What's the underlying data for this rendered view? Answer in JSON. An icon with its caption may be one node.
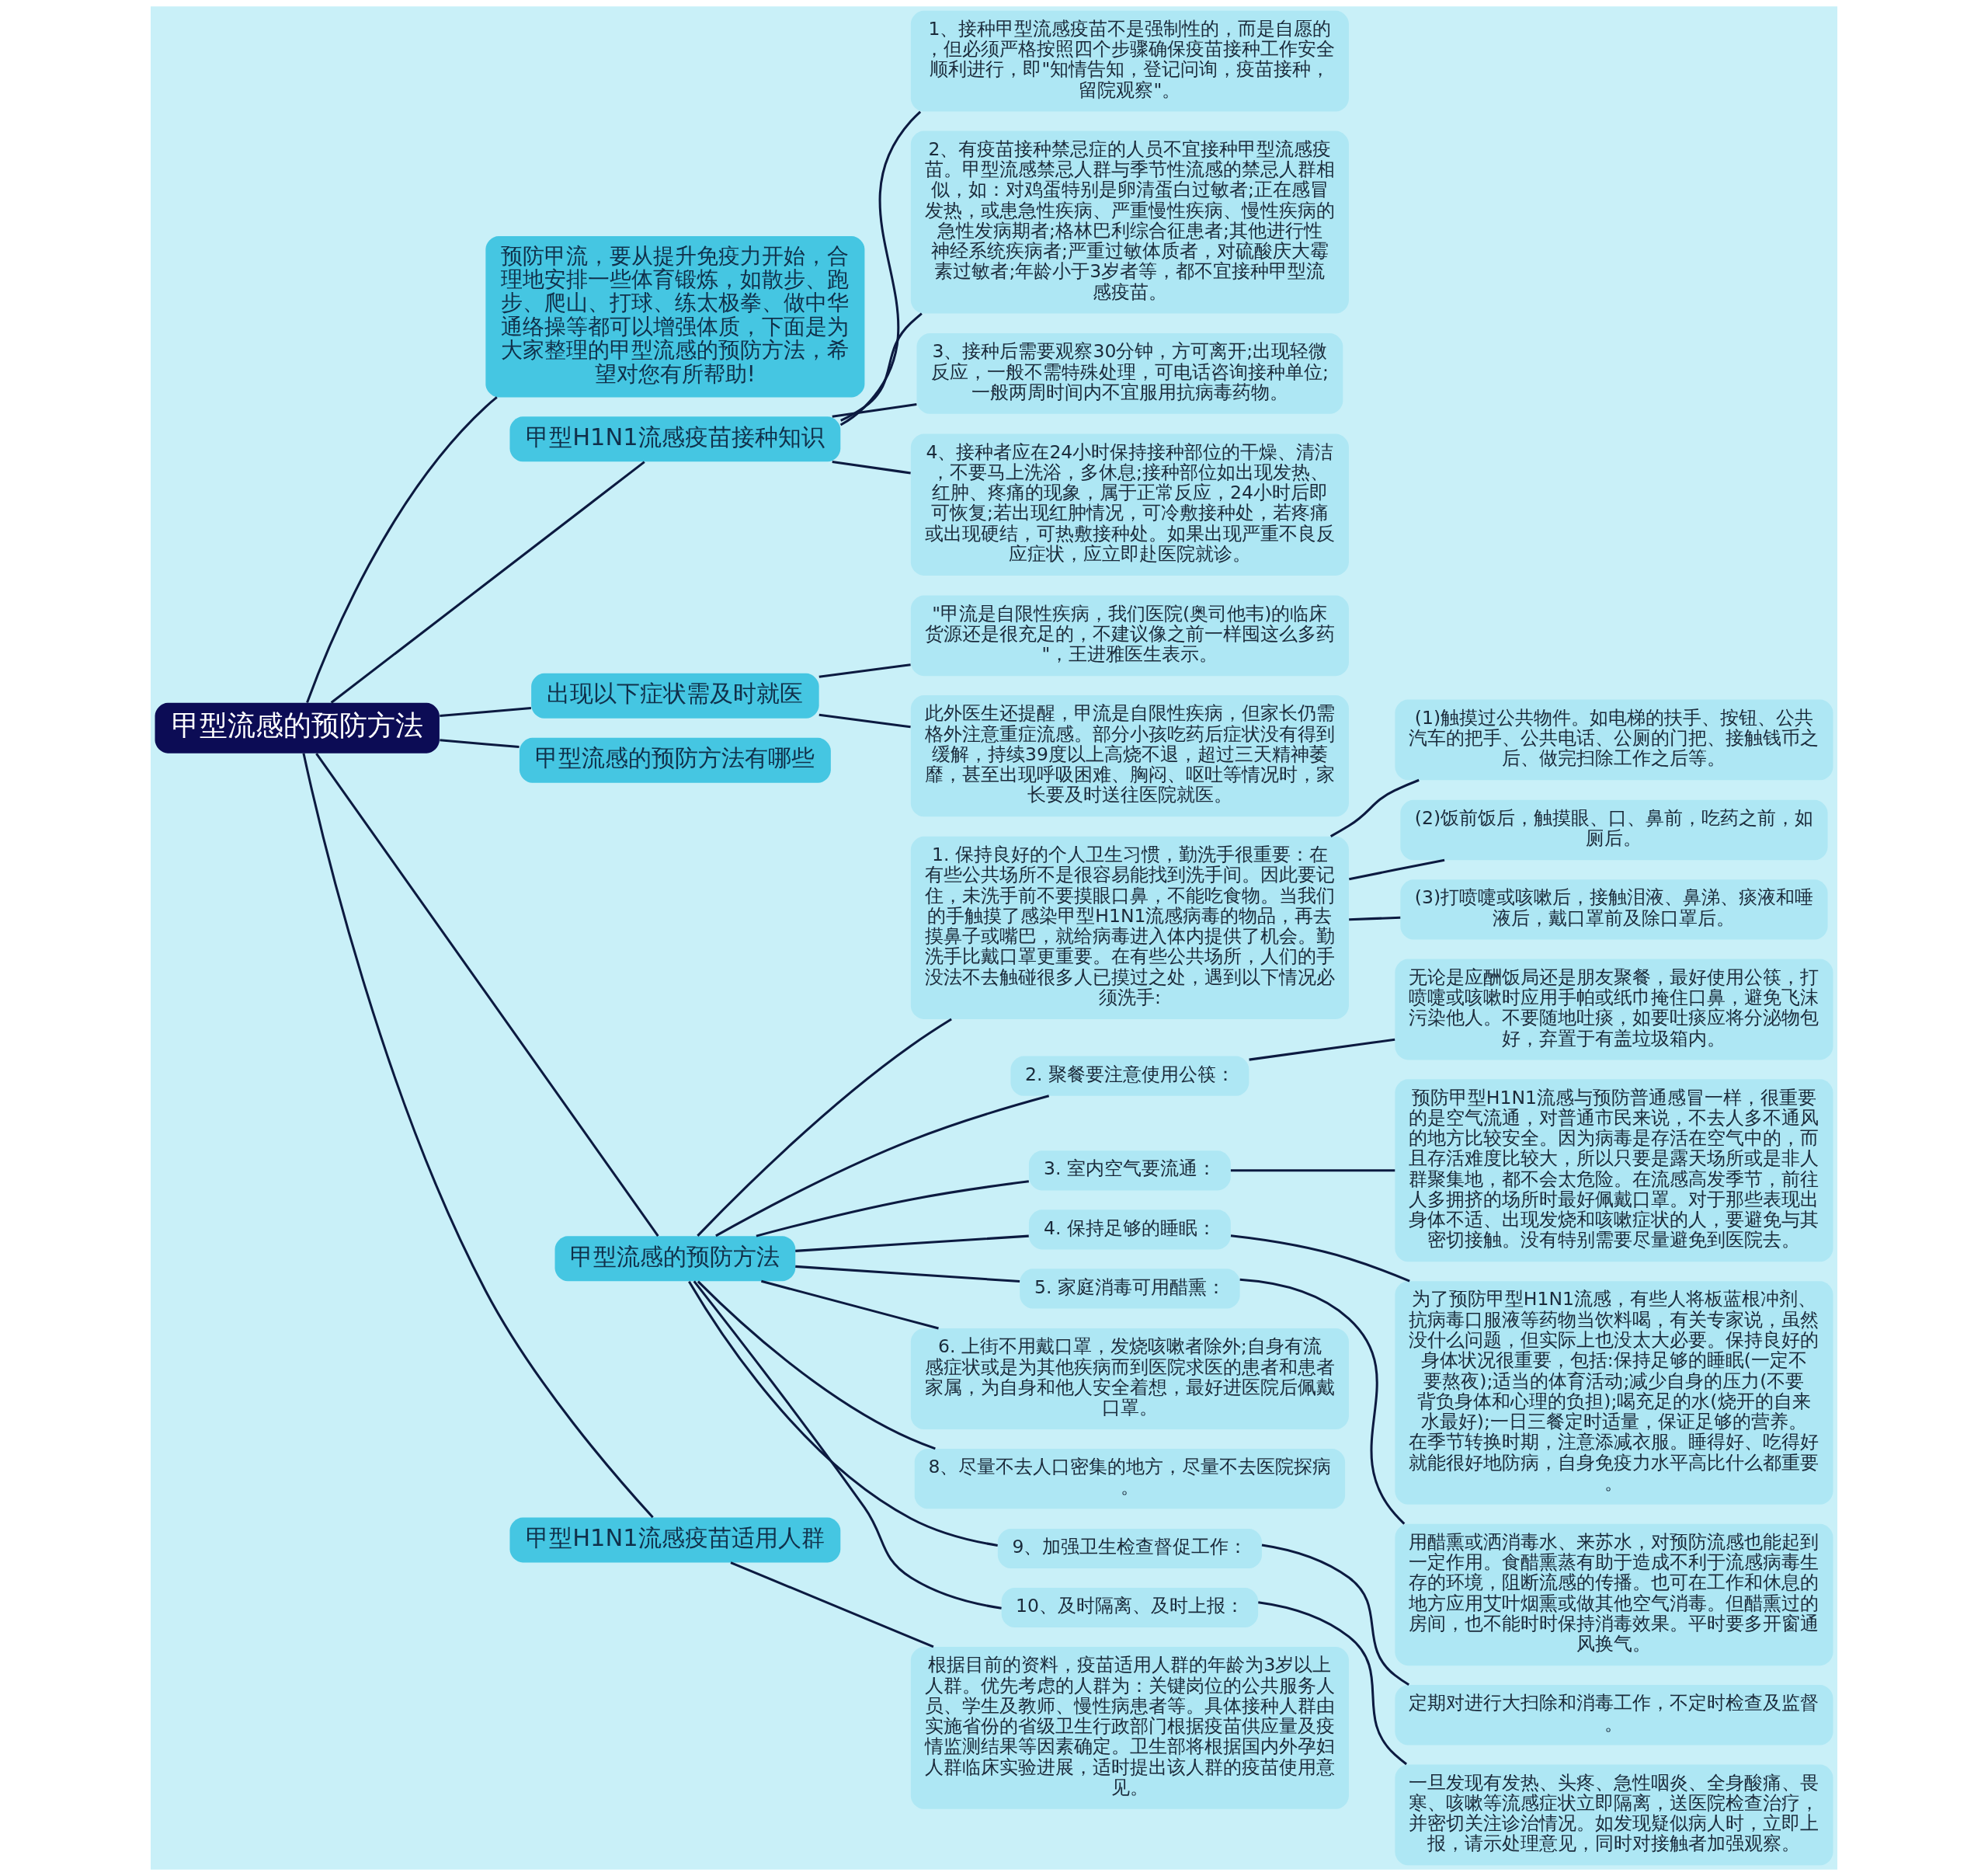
{
  "diagram": {
    "nodes": [
      {
        "text": [
          "甲型流感的预防方法"
        ]
      },
      {
        "text": [
          "预防甲流，要从提升免疫力开始，合理地安排一些体育锻炼，如散步、跑步、爬山、打球、练太极拳、做中华通络操等都可以增强体质，下面是为大家整理的甲型流感的预防方法，希望对您有所帮助!"
        ]
      },
      {
        "text": [
          "甲型H1N1流感疫苗接种知识"
        ]
      },
      {
        "text": [
          "1、接种甲型流感疫苗不是强制性的，而是自愿的，但必须严格按照四个步骤确保疫苗接种工作安全顺利进行，即\"知情告知，登记问询，疫苗接种，留院观察\"。"
        ]
      },
      {
        "text": [
          "2、有疫苗接种禁忌症的人员不宜接种甲型流感疫苗。甲型流感禁忌人群与季节性流感的禁忌人群相似，如：对鸡蛋特别是卵清蛋白过敏者;正在感冒发热，或患急性疾病、严重慢性疾病、慢性疾病的急性发病期者;格林巴利综合征患者;其他进行性神经系统疾病者;严重过敏体质者，对硫酸庆大霉素过敏者;年龄小于3岁者等，都不宜接种甲型流感疫苗。"
        ]
      },
      {
        "text": [
          "3、接种后需要观察30分钟，方可离开;出现轻微反应，一般不需特殊处理，可电话咨询接种单位;一般两周时间内不宜服用抗病毒药物。"
        ]
      },
      {
        "text": [
          "4、接种者应在24小时保持接种部位的干燥、清洁，不要马上洗浴，多休息;接种部位如出现发热、红肿、疼痛的现象，属于正常反应，24小时后即可恢复;若出现红肿情况，可冷敷接种处，若疼痛或出现硬结，可热敷接种处。如果出现严重不良反应症状，应立即赴医院就诊。"
        ]
      },
      {
        "text": [
          "出现以下症状需及时就医"
        ]
      },
      {
        "text": [
          "\"甲流是自限性疾病，我们医院(奥司他韦)的临床货源还是很充足的，不建议像之前一样囤这么多药\"，王进雅医生表示。"
        ]
      },
      {
        "text": [
          "此外医生还提醒，甲流是自限性疾病，但家长仍需格外注意重症流感。部分小孩吃药后症状没有得到缓解，持续39度以上高烧不退，超过三天精神萎靡，甚至出现呼吸困难、胸闷、呕吐等情况时，家长要及时送往医院就医。"
        ]
      },
      {
        "text": [
          "甲型流感的预防方法有哪些"
        ]
      },
      {
        "text": [
          "甲型流感的预防方法"
        ]
      },
      {
        "text": [
          "1. 保持良好的个人卫生习惯，勤洗手很重要：在有些公共场所不是很容易能找到洗手间。因此要记住，未洗手前不要摸眼口鼻，不能吃食物。当我们的手触摸了感染甲型H1N1流感病毒的物品，再去摸鼻子或嘴巴，就给病毒进入体内提供了机会。勤洗手比戴口罩更重要。在有些公共场所，人们的手没法不去触碰很多人已摸过之处，遇到以下情况必须洗手:"
        ]
      },
      {
        "text": [
          "(1)触摸过公共物件。如电梯的扶手、按钮、公共汽车的把手、公共电话、公厕的门把、接触钱币之后、做完扫除工作之后等。"
        ]
      },
      {
        "text": [
          "(2)饭前饭后，触摸眼、口、鼻前，吃药之前，如厕后。"
        ]
      },
      {
        "text": [
          "(3)打喷嚏或咳嗽后，接触泪液、鼻涕、痰液和唾液后，戴口罩前及除口罩后。"
        ]
      },
      {
        "text": [
          "2. 聚餐要注意使用公筷："
        ]
      },
      {
        "text": [
          "无论是应酬饭局还是朋友聚餐，最好使用公筷，打喷嚏或咳嗽时应用手帕或纸巾掩住口鼻，避免飞沫污染他人。不要随地吐痰，如要吐痰应将分泌物包好，弃置于有盖垃圾箱内。"
        ]
      },
      {
        "text": [
          "3. 室内空气要流通："
        ]
      },
      {
        "text": [
          "预防甲型H1N1流感与预防普通感冒一样，很重要的是空气流通，对普通市民来说，不去人多不通风的地方比较安全。因为病毒是存活在空气中的，而且存活难度比较大，所以只要是露天场所或是非人群聚集地，都不会太危险。在流感高发季节，前往人多拥挤的场所时最好佩戴口罩。对于那些表现出身体不适、出现发烧和咳嗽症状的人，要避免与其密切接触。没有特别需要尽量避免到医院去。"
        ]
      },
      {
        "text": [
          "4. 保持足够的睡眠："
        ]
      },
      {
        "text": [
          "为了预防甲型H1N1流感，有些人将板蓝根冲剂、抗病毒口服液等药物当饮料喝，有关专家说，虽然没什么问题，但实际上也没太大必要。保持良好的身体状况很重要，包括:保持足够的睡眠(一定不要熬夜);适当的体育活动;减少自身的压力(不要背负身体和心理的负担);喝充足的水(烧开的自来水最好);一日三餐定时适量，保证足够的营养。在季节转换时期，注意添减衣服。睡得好、吃得好就能很好地防病，自身免疫力水平高比什么都重要。"
        ]
      },
      {
        "text": [
          "5. 家庭消毒可用醋熏："
        ]
      },
      {
        "text": [
          "用醋熏或洒消毒水、来苏水，对预防流感也能起到一定作用。食醋熏蒸有助于造成不利于流感病毒生存的环境，阻断流感的传播。也可在工作和休息的地方应用艾叶烟熏或做其他空气消毒。但醋熏过的房间，也不能时时保持消毒效果。平时要多开窗通风换气。"
        ]
      },
      {
        "text": [
          "6. 上街不用戴口罩，发烧咳嗽者除外;自身有流感症状或是为其他疾病而到医院求医的患者和患者家属，为自身和他人安全着想，最好进医院后佩戴口罩。"
        ]
      },
      {
        "text": [
          "8、尽量不去人口密集的地方，尽量不去医院探病。"
        ]
      },
      {
        "text": [
          "9、加强卫生检查督促工作："
        ]
      },
      {
        "text": [
          "定期对进行大扫除和消毒工作，不定时检查及监督。"
        ]
      },
      {
        "text": [
          "10、及时隔离、及时上报："
        ]
      },
      {
        "text": [
          "一旦发现有发热、头疼、急性咽炎、全身酸痛、畏寒、咳嗽等流感症状立即隔离，送医院检查治疗，并密切关注诊治情况。如发现疑似病人时，立即上报，请示处理意见，同时对接触者加强观察。"
        ]
      },
      {
        "text": [
          "甲型H1N1流感疫苗适用人群"
        ]
      },
      {
        "text": [
          "根据目前的资料，疫苗适用人群的年龄为3岁以上人群。优先考虑的人群为：关键岗位的公共服务人员、学生及教师、慢性病患者等。具体接种人群由实施省份的省级卫生行政部门根据疫苗供应量及疫情监测结果等因素确定。卫生部将根据国内外孕妇人群临床实验进展，适时提出该人群的疫苗使用意见。"
        ]
      }
    ],
    "edges": [
      {
        "from": 0,
        "to": 1,
        "arrow": "none"
      },
      {
        "from": 0,
        "to": 2,
        "arrow": "none"
      },
      {
        "from": 2,
        "to": 3,
        "arrow": "none"
      },
      {
        "from": 2,
        "to": 4,
        "arrow": "none"
      },
      {
        "from": 2,
        "to": 5,
        "arrow": "none"
      },
      {
        "from": 2,
        "to": 6,
        "arrow": "none"
      },
      {
        "from": 0,
        "to": 7,
        "arrow": "none"
      },
      {
        "from": 7,
        "to": 8,
        "arrow": "none"
      },
      {
        "from": 7,
        "to": 9,
        "arrow": "none"
      },
      {
        "from": 0,
        "to": 10,
        "arrow": "none"
      },
      {
        "from": 0,
        "to": 11,
        "arrow": "none"
      },
      {
        "from": 11,
        "to": 12,
        "arrow": "none"
      },
      {
        "from": 12,
        "to": 13,
        "arrow": "none"
      },
      {
        "from": 12,
        "to": 14,
        "arrow": "none"
      },
      {
        "from": 12,
        "to": 15,
        "arrow": "none"
      },
      {
        "from": 11,
        "to": 16,
        "arrow": "none"
      },
      {
        "from": 16,
        "to": 17,
        "arrow": "none"
      },
      {
        "from": 11,
        "to": 18,
        "arrow": "none"
      },
      {
        "from": 18,
        "to": 19,
        "arrow": "none"
      },
      {
        "from": 11,
        "to": 20,
        "arrow": "none"
      },
      {
        "from": 20,
        "to": 21,
        "arrow": "none"
      },
      {
        "from": 11,
        "to": 22,
        "arrow": "none"
      },
      {
        "from": 22,
        "to": 23,
        "arrow": "none"
      },
      {
        "from": 11,
        "to": 24,
        "arrow": "none"
      },
      {
        "from": 11,
        "to": 25,
        "arrow": "none"
      },
      {
        "from": 11,
        "to": 26,
        "arrow": "none"
      },
      {
        "from": 26,
        "to": 27,
        "arrow": "none"
      },
      {
        "from": 11,
        "to": 28,
        "arrow": "none"
      },
      {
        "from": 28,
        "to": 29,
        "arrow": "none"
      },
      {
        "from": 0,
        "to": 30,
        "arrow": "none"
      },
      {
        "from": 30,
        "to": 31,
        "arrow": "none"
      }
    ]
  }
}
